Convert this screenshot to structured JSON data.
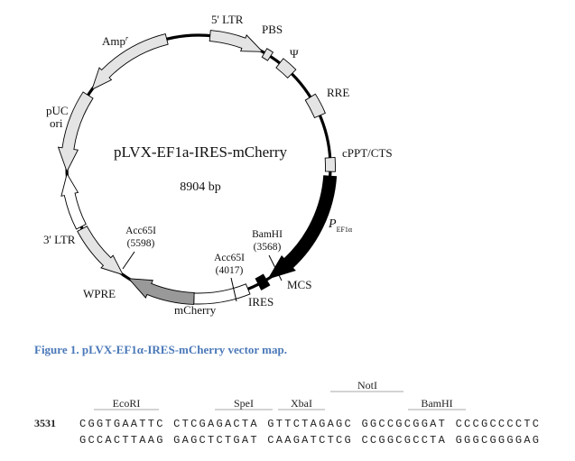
{
  "plasmid": {
    "name": "pLVX-EF1a-IRES-mCherry",
    "size": "8904 bp"
  },
  "features": {
    "ltr5": "5' LTR",
    "pbs": "PBS",
    "psi": "Ψ",
    "rre": "RRE",
    "cppt": "cPPT/CTS",
    "pef_p": "P",
    "pef_sub": "EF1α",
    "mcs": "MCS",
    "ires": "IRES",
    "mcherry": "mCherry",
    "wpre": "WPRE",
    "ltr3": "3' LTR",
    "puc_line1": "pUC",
    "puc_line2": "ori",
    "amp": "Amp",
    "amp_sup": "r"
  },
  "sites": {
    "bamhi_name": "BamHI",
    "bamhi_pos": "(3568)",
    "acc65i_a_name": "Acc65I",
    "acc65i_a_pos": "(4017)",
    "acc65i_b_name": "Acc65I",
    "acc65i_b_pos": "(5598)"
  },
  "caption": "Figure 1. pLVX-EF1α-IRES-mCherry vector map.",
  "sequence": {
    "position": "3531",
    "top_strand": "CGGTGAATTC CTCGAGACTA GTTCTAGAGC GGCCGCGGAT CCCGCCCCTC",
    "bottom_strand": "GCCACTTAAG GAGCTCTGAT CAAGATCTCG CCGGCGCCTA GGGCGGGGAG",
    "sites_lower": [
      "EcoRI",
      "SpeI",
      "XbaI",
      "BamHI"
    ],
    "site_upper": "NotI"
  },
  "colors": {
    "caption": "#4a78b8",
    "feature_fill": "#e4e4e4",
    "mcherry_fill": "#999999",
    "promoter_fill": "#000000"
  }
}
